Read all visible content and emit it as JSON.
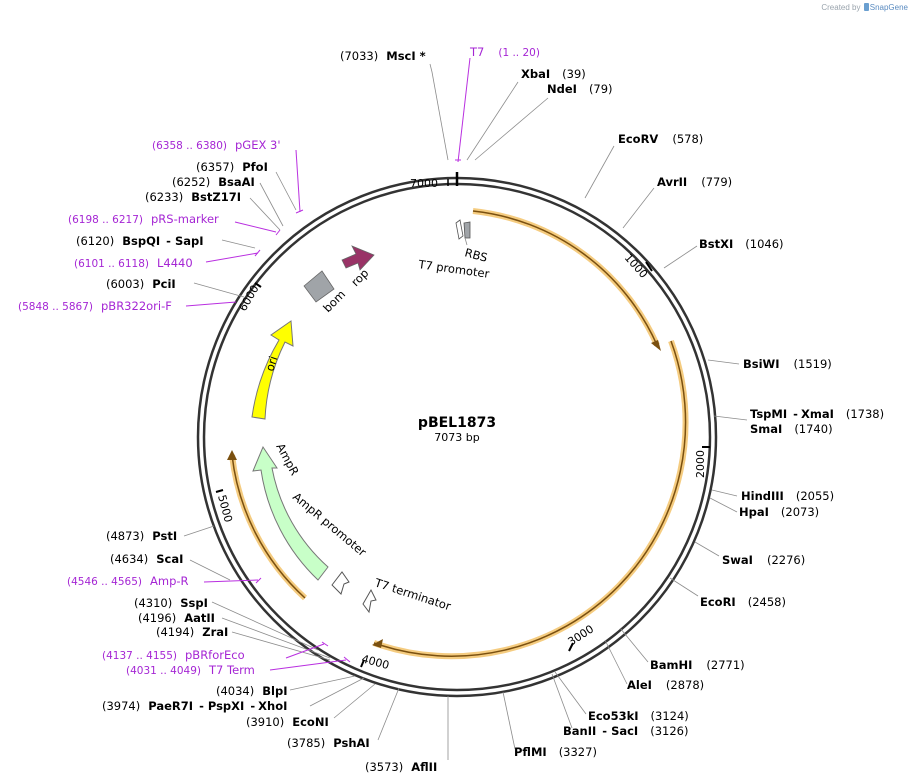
{
  "credit": {
    "prefix": "Created by",
    "brand": "SnapGene"
  },
  "plasmid": {
    "name": "pBEL1873",
    "size": "7073 bp",
    "length": 7073
  },
  "colors": {
    "feature_label": "#a526d4",
    "orange_orf": "#f0a020",
    "yellow_ori": "#ffff00",
    "ampr": "#c8ffc8",
    "rop": "#993366",
    "bom": "#a0a4a8"
  },
  "ticks": [
    "1000",
    "2000",
    "3000",
    "4000",
    "5000",
    "6000",
    "7000"
  ],
  "arc_features": [
    {
      "label": "ori"
    },
    {
      "label": "AmpR"
    },
    {
      "label": "AmpR promoter"
    },
    {
      "label": "rop"
    },
    {
      "label": "bom"
    },
    {
      "label": "RBS"
    },
    {
      "label": "T7 promoter"
    },
    {
      "label": "T7 terminator"
    }
  ],
  "enzymes": [
    {
      "name": "MscI *",
      "pos": "(7033)"
    },
    {
      "name": "XbaI",
      "pos": "(39)"
    },
    {
      "name": "NdeI",
      "pos": "(79)"
    },
    {
      "name": "EcoRV",
      "pos": "(578)"
    },
    {
      "name": "AvrII",
      "pos": "(779)"
    },
    {
      "name": "BstXI",
      "pos": "(1046)"
    },
    {
      "name": "BsiWI",
      "pos": "(1519)"
    },
    {
      "name": "TspMI",
      "name2": "XmaI",
      "pos": "(1738)"
    },
    {
      "name": "SmaI",
      "pos": "(1740)"
    },
    {
      "name": "HindIII",
      "pos": "(2055)"
    },
    {
      "name": "HpaI",
      "pos": "(2073)"
    },
    {
      "name": "SwaI",
      "pos": "(2276)"
    },
    {
      "name": "EcoRI",
      "pos": "(2458)"
    },
    {
      "name": "BamHI",
      "pos": "(2771)"
    },
    {
      "name": "AleI",
      "pos": "(2878)"
    },
    {
      "name": "Eco53kI",
      "pos": "(3124)"
    },
    {
      "name": "BanII",
      "name2": "SacI",
      "pos": "(3126)"
    },
    {
      "name": "PflMI",
      "pos": "(3327)"
    },
    {
      "name": "AflII",
      "pos": "(3573)"
    },
    {
      "name": "PshAI",
      "pos": "(3785)"
    },
    {
      "name": "EcoNI",
      "pos": "(3910)"
    },
    {
      "name": "PaeR7I",
      "name2": "PspXI",
      "name3": "XhoI",
      "pos": "(3974)"
    },
    {
      "name": "BlpI",
      "pos": "(4034)"
    },
    {
      "name": "ZraI",
      "pos": "(4194)"
    },
    {
      "name": "AatII",
      "pos": "(4196)"
    },
    {
      "name": "SspI",
      "pos": "(4310)"
    },
    {
      "name": "ScaI",
      "pos": "(4634)"
    },
    {
      "name": "PstI",
      "pos": "(4873)"
    },
    {
      "name": "PciI",
      "pos": "(6003)"
    },
    {
      "name": "BspQI",
      "name2": "SapI",
      "pos": "(6120)"
    },
    {
      "name": "BstZ17I",
      "pos": "(6233)"
    },
    {
      "name": "BsaAI",
      "pos": "(6252)"
    },
    {
      "name": "PfoI",
      "pos": "(6357)"
    }
  ],
  "primer_features": [
    {
      "label": "T7",
      "range": "(1 .. 20)"
    },
    {
      "label": "pGEX 3'",
      "range": "(6358 .. 6380)"
    },
    {
      "label": "pRS-marker",
      "range": "(6198 .. 6217)"
    },
    {
      "label": "L4440",
      "range": "(6101 .. 6118)"
    },
    {
      "label": "pBR322ori-F",
      "range": "(5848 .. 5867)"
    },
    {
      "label": "Amp-R",
      "range": "(4546 .. 4565)"
    },
    {
      "label": "pBRforEco",
      "range": "(4137 .. 4155)"
    },
    {
      "label": "T7 Term",
      "range": "(4031 .. 4049)"
    }
  ]
}
